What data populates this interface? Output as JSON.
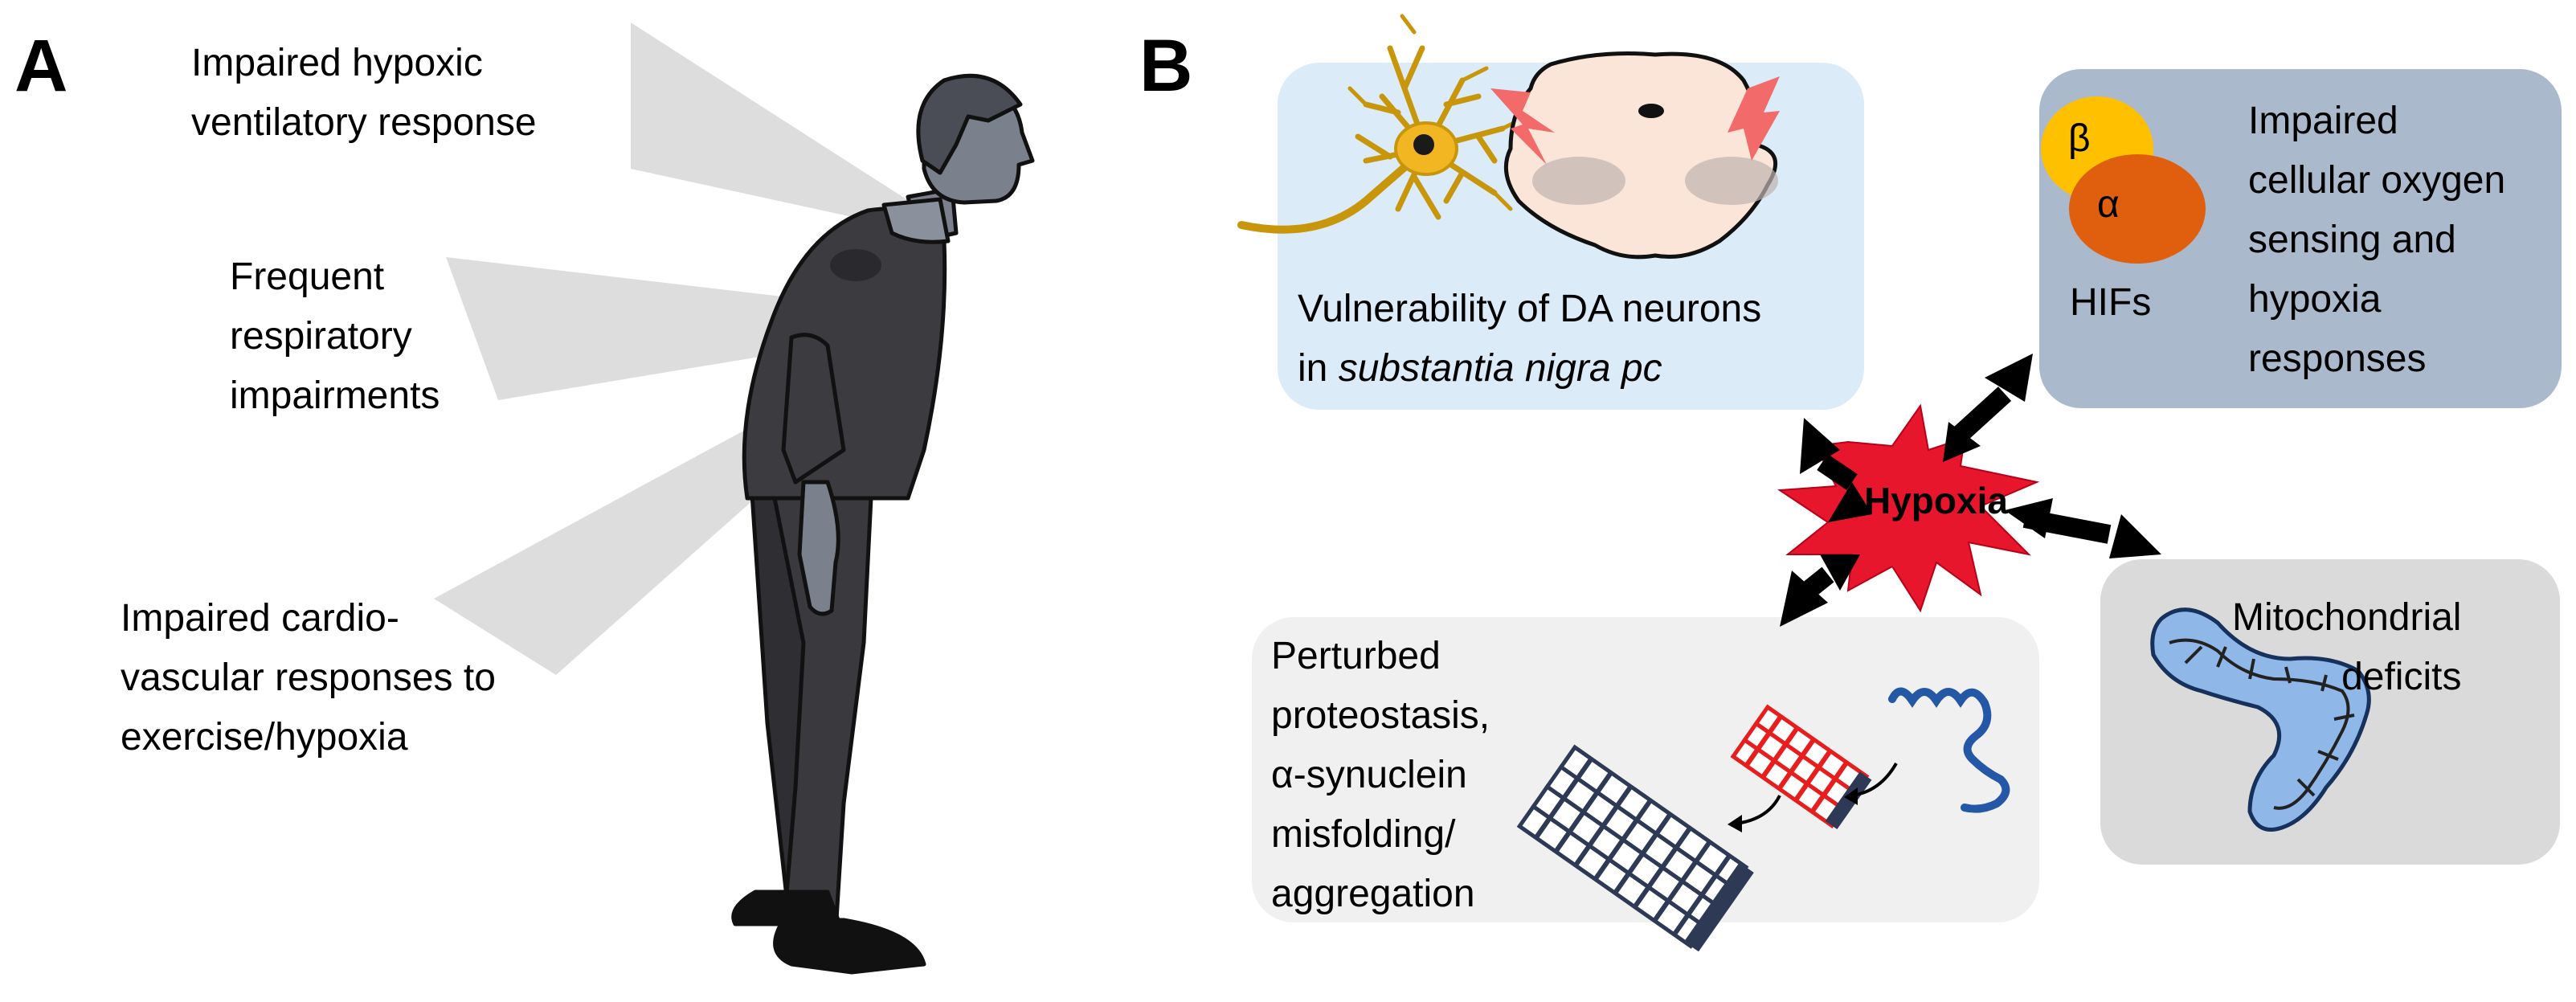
{
  "panel_a": {
    "letter": "A",
    "callouts": [
      {
        "lines": [
          "Impaired hypoxic",
          "ventilatory response"
        ]
      },
      {
        "lines": [
          "Frequent",
          "respiratory",
          "impairments"
        ]
      },
      {
        "lines": [
          "Impaired cardio-",
          "vascular responses to",
          "exercise/hypoxia"
        ]
      }
    ]
  },
  "panel_b": {
    "letter": "B",
    "center_label": "Hypoxia",
    "da_neurons": {
      "line1": "Vulnerability of DA neurons",
      "line2_prefix": "in ",
      "line2_italic": "substantia nigra pc"
    },
    "oxygen_sensing": {
      "lines": [
        "Impaired",
        "cellular oxygen",
        "sensing and",
        "hypoxia",
        "responses"
      ],
      "hif_label": "HIFs",
      "beta": "β",
      "alpha": "α"
    },
    "mitochondria": {
      "lines": [
        "Mitochondrial",
        "deficits"
      ]
    },
    "proteostasis": {
      "lines": [
        "Perturbed",
        "proteostasis,",
        "α-synuclein",
        "misfolding/",
        "aggregation"
      ]
    }
  }
}
